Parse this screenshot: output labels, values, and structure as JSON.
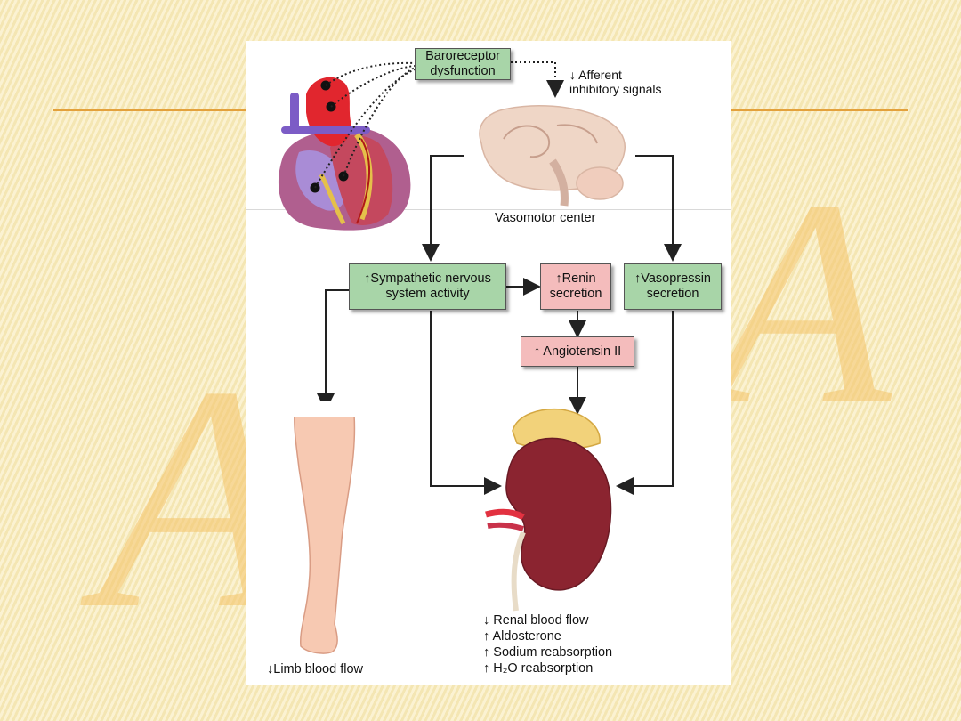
{
  "diagram": {
    "baroreceptor": "Baroreceptor\ndysfunction",
    "afferent": "↓ Afferent\ninhibitory signals",
    "vasomotor": "Vasomotor center",
    "sympathetic": "↑Sympathetic nervous\nsystem activity",
    "renin": "↑Renin\nsecretion",
    "vasopressin": "↑Vasopressin\nsecretion",
    "angiotensin": "↑ Angiotensin II",
    "limb": "↓Limb blood flow",
    "kidney_effects": [
      "↓ Renal blood flow",
      "↑ Aldosterone",
      "↑ Sodium reabsorption",
      "↑ H₂O reabsorption"
    ]
  },
  "colors": {
    "green_box": "#a8d5a8",
    "pink_box": "#f4bcbc",
    "accent_line": "#e3a13c",
    "watermark": "#f5c46a"
  },
  "icons": [
    "heart-illustration",
    "brain-illustration",
    "leg-illustration",
    "kidney-illustration"
  ]
}
